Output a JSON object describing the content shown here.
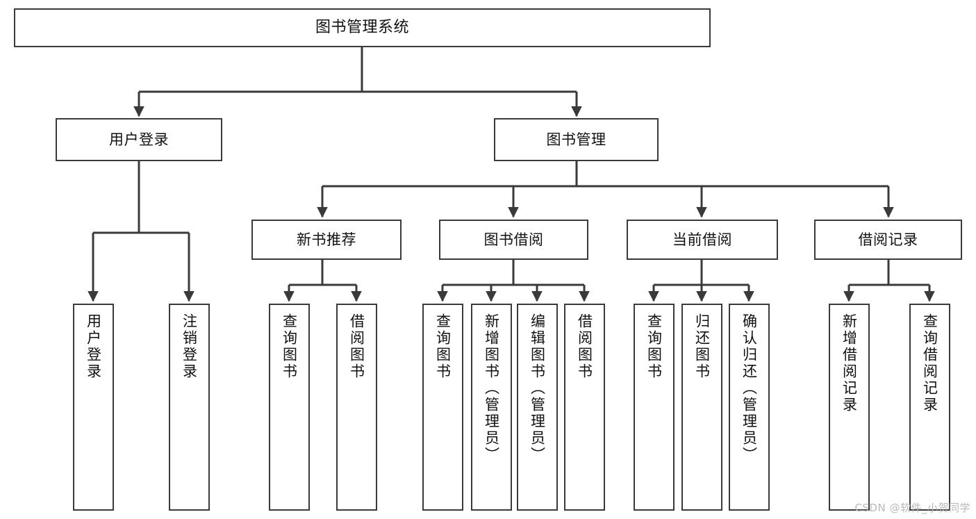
{
  "diagram": {
    "title": "图书管理系统",
    "watermark": "CSDN @软件_小贺同学",
    "type": "tree",
    "stroke_color": "#3a3a3a",
    "text_color": "#111111",
    "background_color": "#ffffff",
    "nodes": {
      "root": {
        "label": "图书管理系统"
      },
      "level2": [
        {
          "id": "user-login",
          "label": "用户登录"
        },
        {
          "id": "book-management",
          "label": "图书管理"
        }
      ],
      "level3": [
        {
          "id": "new-book-recommend",
          "label": "新书推荐"
        },
        {
          "id": "book-borrow",
          "label": "图书借阅"
        },
        {
          "id": "current-borrow",
          "label": "当前借阅"
        },
        {
          "id": "borrow-record",
          "label": "借阅记录"
        }
      ],
      "leaves": {
        "user-login": [
          {
            "id": "leaf-user-login",
            "label": "用户登录"
          },
          {
            "id": "leaf-logout-login",
            "label": "注销登录"
          }
        ],
        "new-book-recommend": [
          {
            "id": "leaf-query-book-1",
            "label": "查询图书"
          },
          {
            "id": "leaf-borrow-book-1",
            "label": "借阅图书"
          }
        ],
        "book-borrow": [
          {
            "id": "leaf-query-book-2",
            "label": "查询图书"
          },
          {
            "id": "leaf-add-book",
            "label": "新增图书（管理员）"
          },
          {
            "id": "leaf-edit-book",
            "label": "编辑图书（管理员）"
          },
          {
            "id": "leaf-borrow-book-2",
            "label": "借阅图书"
          }
        ],
        "current-borrow": [
          {
            "id": "leaf-query-book-3",
            "label": "查询图书"
          },
          {
            "id": "leaf-return-book",
            "label": "归还图书"
          },
          {
            "id": "leaf-confirm-return",
            "label": "确认归还（管理员）"
          }
        ],
        "borrow-record": [
          {
            "id": "leaf-add-record",
            "label": "新增借阅记录"
          },
          {
            "id": "leaf-query-record",
            "label": "查询借阅记录"
          }
        ]
      }
    }
  }
}
